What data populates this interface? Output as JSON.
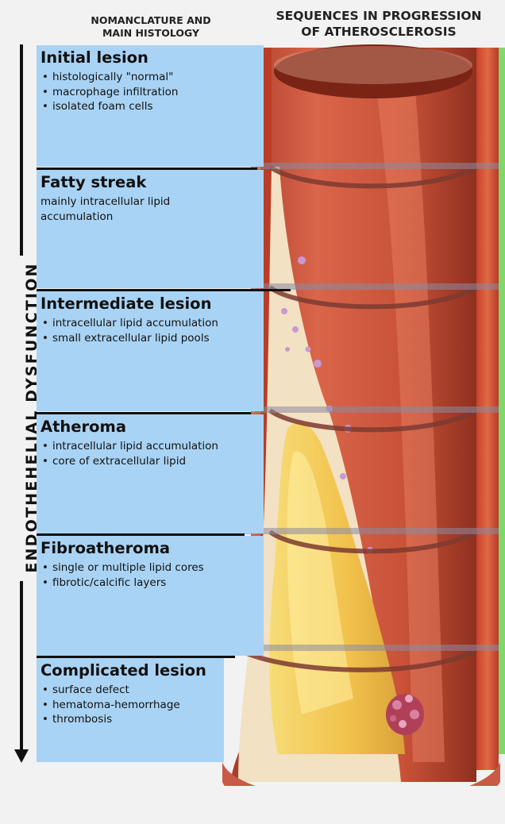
{
  "header": {
    "left": "NOMANCLATURE AND\nMAIN HISTOLOGY",
    "right": "SEQUENCES IN PROGRESSION\nOF ATHEROSCLEROSIS"
  },
  "axis_label": "ENDOTHEHELIAL   DYSFUNCTION",
  "stages": [
    {
      "title": "Initial lesion",
      "items": [
        "histologically \"normal\"",
        "macrophage infiltration",
        "isolated foam cells"
      ]
    },
    {
      "title": "Fatty streak",
      "description": "mainly intracellular lipid\naccumulation"
    },
    {
      "title": "Intermediate lesion",
      "items": [
        "intracellular lipid accumulation",
        "small extracellular lipid pools"
      ]
    },
    {
      "title": "Atheroma",
      "items": [
        "intracellular lipid accumulation",
        "core of extracellular lipid"
      ]
    },
    {
      "title": "Fibroatheroma",
      "items": [
        "single or multiple lipid cores",
        "fibrotic/calcific layers"
      ]
    },
    {
      "title": "Complicated lesion",
      "items": [
        "surface defect",
        "hematoma-hemorrhage",
        "thrombosis"
      ]
    }
  ],
  "colors": {
    "panel": "#a9d3f4",
    "vessel_wall": "#d9532f",
    "lumen": "#c9553a",
    "lipid_core": "#f4cf5c",
    "intima": "#f3e1c3",
    "green_edge": "#7fd86a"
  }
}
